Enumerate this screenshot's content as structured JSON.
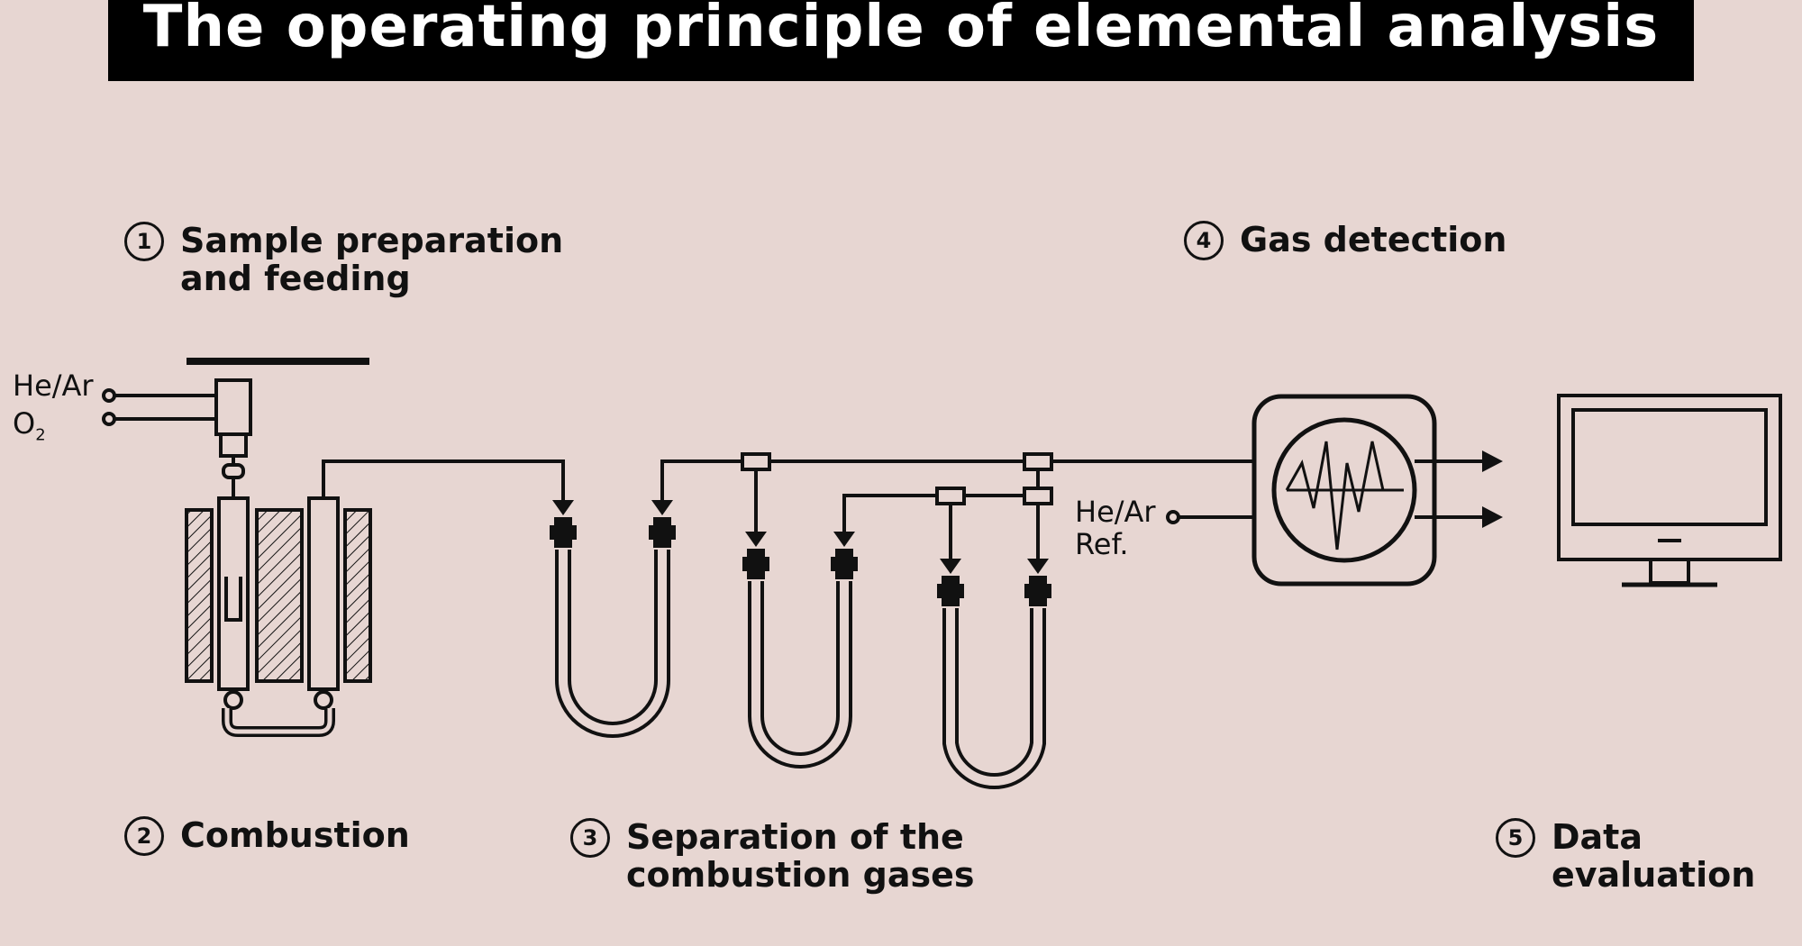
{
  "title": "The operating principle of elemental analysis",
  "steps": [
    {
      "num": "1",
      "text": "Sample preparation\nand feeding"
    },
    {
      "num": "2",
      "text": "Combustion"
    },
    {
      "num": "3",
      "text": "Separation of the\ncombustion gases"
    },
    {
      "num": "4",
      "text": "Gas detection"
    },
    {
      "num": "5",
      "text": "Data\nevaluation"
    }
  ],
  "labels": {
    "carrier_gas": "He/Ar",
    "oxygen": "O",
    "oxygen_subscript": "2",
    "reference_gas": "He/Ar\nRef."
  },
  "colors": {
    "background": "#e7d6d2",
    "ink": "#111111",
    "title_bar": "#000000",
    "title_text": "#ffffff"
  },
  "icons": [
    "sample-feeder-icon",
    "combustion-furnace-icon",
    "u-tube-column-icon",
    "thermal-conductivity-detector-icon",
    "computer-monitor-icon"
  ]
}
